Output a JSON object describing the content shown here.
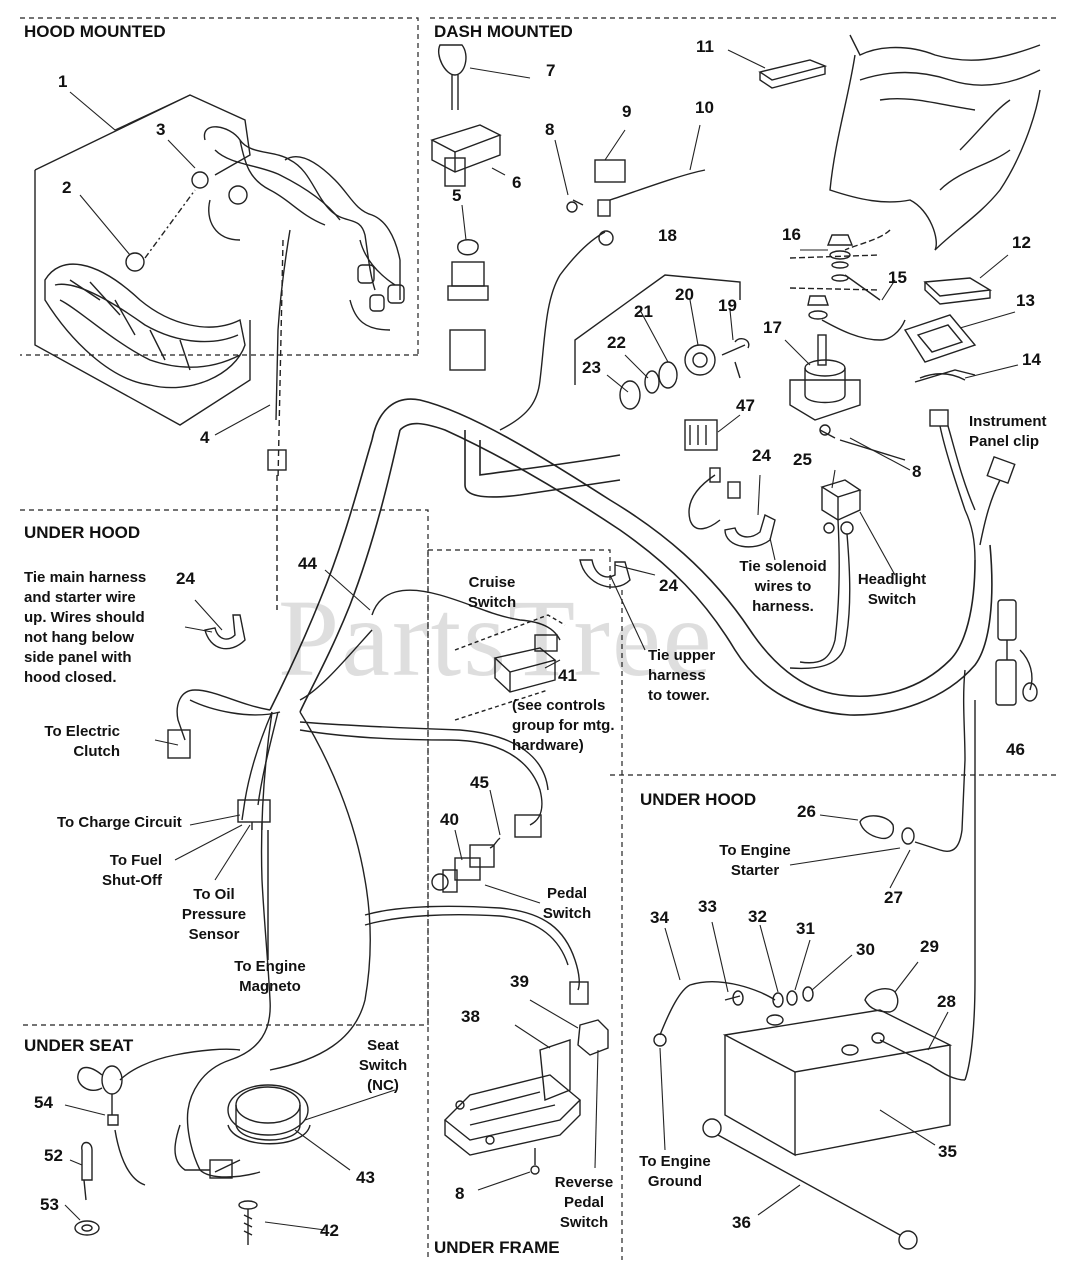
{
  "sections": {
    "hood_mounted": "HOOD MOUNTED",
    "dash_mounted": "DASH MOUNTED",
    "under_hood_left": "UNDER HOOD",
    "under_hood_right": "UNDER HOOD",
    "under_seat": "UNDER SEAT",
    "under_frame": "UNDER FRAME"
  },
  "callouts": {
    "c1": "1",
    "c2": "2",
    "c3": "3",
    "c4": "4",
    "c5": "5",
    "c6": "6",
    "c7": "7",
    "c8a": "8",
    "c8b": "8",
    "c8c": "8",
    "c9": "9",
    "c10": "10",
    "c11": "11",
    "c12": "12",
    "c13": "13",
    "c14": "14",
    "c15": "15",
    "c16": "16",
    "c17": "17",
    "c18": "18",
    "c19": "19",
    "c20": "20",
    "c21": "21",
    "c22": "22",
    "c23": "23",
    "c24a": "24",
    "c24b": "24",
    "c24c": "24",
    "c25": "25",
    "c26": "26",
    "c27": "27",
    "c28": "28",
    "c29": "29",
    "c30": "30",
    "c31": "31",
    "c32": "32",
    "c33": "33",
    "c34": "34",
    "c35": "35",
    "c36": "36",
    "c38": "38",
    "c39": "39",
    "c40": "40",
    "c41": "41",
    "c42": "42",
    "c43": "43",
    "c44": "44",
    "c45": "45",
    "c46": "46",
    "c47": "47",
    "c52": "52",
    "c53": "53",
    "c54": "54"
  },
  "notes": {
    "instrument_panel": [
      "Instrument",
      "Panel clip"
    ],
    "tie_main": [
      "Tie main harness",
      "and starter wire",
      "up. Wires should",
      "not hang below",
      "side panel with",
      "hood closed."
    ],
    "cruise_switch": [
      "Cruise",
      "Switch"
    ],
    "see_controls": [
      "(see controls",
      "group for mtg.",
      "hardware)"
    ],
    "tie_upper": [
      "Tie upper",
      "harness",
      "to tower."
    ],
    "tie_solenoid": [
      "Tie solenoid",
      "wires to",
      "harness."
    ],
    "headlight_switch": [
      "Headlight",
      "Switch"
    ],
    "electric_clutch": [
      "To Electric",
      "Clutch"
    ],
    "charge_circuit": [
      "To Charge Circuit"
    ],
    "fuel_shutoff": [
      "To Fuel",
      "Shut-Off"
    ],
    "oil_pressure": [
      "To Oil",
      "Pressure",
      "Sensor"
    ],
    "engine_magneto": [
      "To Engine",
      "Magneto"
    ],
    "pedal_switch": [
      "Pedal",
      "Switch"
    ],
    "engine_starter": [
      "To Engine",
      "Starter"
    ],
    "seat_switch": [
      "Seat",
      "Switch",
      "(NC)"
    ],
    "reverse_pedal": [
      "Reverse",
      "Pedal",
      "Switch"
    ],
    "engine_ground": [
      "To Engine",
      "Ground"
    ]
  },
  "watermark": "PartsTree"
}
